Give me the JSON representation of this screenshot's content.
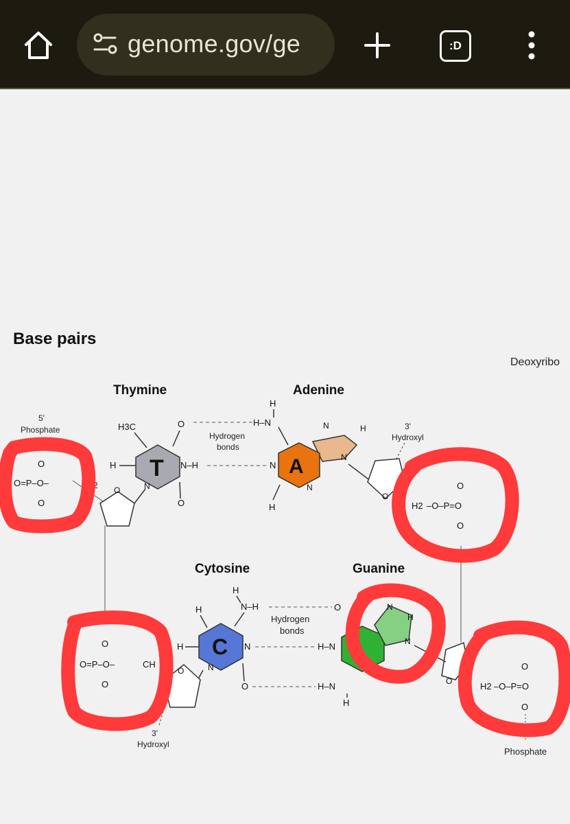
{
  "browser": {
    "url_text": "genome.gov/ge",
    "tab_badge": ":D"
  },
  "diagram": {
    "title": "Base pairs",
    "deoxyribose_label": "Deoxyribo",
    "thymine": {
      "name": "Thymine",
      "letter": "T"
    },
    "adenine": {
      "name": "Adenine",
      "letter": "A"
    },
    "cytosine": {
      "name": "Cytosine",
      "letter": "C"
    },
    "guanine": {
      "name": "Guanine"
    },
    "labels": {
      "five_prime": "5'",
      "phosphate": "Phosphate",
      "three_prime": "3'",
      "hydroxyl": "Hydroxyl",
      "hydrogen": "Hydrogen",
      "bonds": "bonds"
    },
    "atoms": {
      "H": "H",
      "N": "N",
      "O": "O",
      "P": "P",
      "H3C": "H3C",
      "NH": "N–H",
      "HN": "H–N",
      "CH2": "H2",
      "two": "2",
      "CH": "CH",
      "phos_row": "O=P–O–"
    },
    "colors": {
      "thymine": "#a9a9b1",
      "adenine": "#e9730f",
      "adenine_ring": "#e9b88d",
      "cytosine": "#5677d6",
      "guanine": "#2fb233",
      "guanine_ring": "#86d084",
      "annotation_red": "#ff3a3a"
    }
  }
}
